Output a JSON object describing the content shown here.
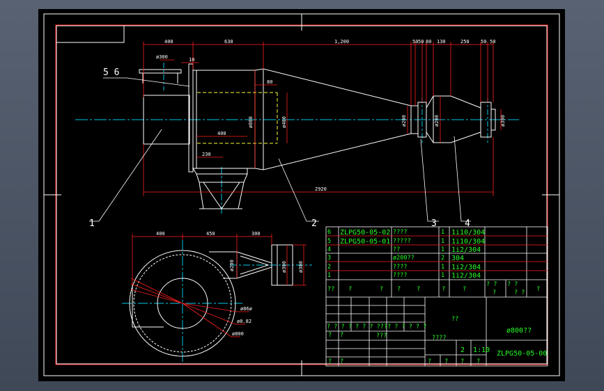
{
  "colors": {
    "background": "#4c5566",
    "sheet": "#000000",
    "frame": "#ffffff",
    "border": "#ff2020",
    "outline": "#ffffff",
    "hidden": "#ffff33",
    "centerline": "#00c8e6",
    "dimension": "#ff2020",
    "title_text": "#28ff28"
  },
  "top_view": {
    "dims": {
      "d400": "400",
      "d630": "630",
      "d1200": "1,200",
      "d50a": "50",
      "d50b": "50",
      "d80a": "80",
      "d130": "130",
      "d250": "250",
      "d50c": "50",
      "d50d": "50",
      "d10": "10",
      "d80b": "80",
      "d400b": "400",
      "d230": "230",
      "d2920": "2920",
      "phi300": "ø300",
      "phi800": "ø800",
      "phi400": "ø400",
      "phi200": "ø200",
      "phi200b": "ø200",
      "phi300b": "ø300"
    },
    "balloons": {
      "b56": "5 6",
      "b1": "1",
      "b2": "2",
      "b3": "3",
      "b4": "4"
    }
  },
  "side_view": {
    "dims": {
      "d400": "400",
      "d450": "450",
      "d300": "300",
      "phi200": "ø200",
      "phi300": "ø300",
      "phi300b": "ø300",
      "phi86": "ø86ø",
      "phi82": "ø8.82",
      "phi800": "ø800"
    }
  },
  "bom": {
    "rows": [
      {
        "no": "6",
        "code": "ZLPG50-05-02",
        "name": "????",
        "qty": "1",
        "material": "1i10/304"
      },
      {
        "no": "5",
        "code": "ZLPG50-05-01",
        "name": "?????",
        "qty": "1",
        "material": "1i10/304"
      },
      {
        "no": "4",
        "code": "",
        "name": "??",
        "qty": "1",
        "material": "1i2/304"
      },
      {
        "no": "3",
        "code": "",
        "name": "ø200??",
        "qty": "2",
        "material": "304"
      },
      {
        "no": "2",
        "code": "",
        "name": "????",
        "qty": "1",
        "material": "1i2/304"
      },
      {
        "no": "1",
        "code": "",
        "name": "????",
        "qty": "1",
        "material": "1i2/304"
      }
    ],
    "header": {
      "no": "??",
      "code": "?",
      "name": "?",
      "qty": "?",
      "material": "?",
      "unit": "?",
      "weight": "?",
      "total": "?",
      "note": "?",
      "extra_a": "? ?",
      "extra_b": "? ?",
      "extra_c": "? ?"
    }
  },
  "title_block": {
    "row_labels": "? ?   ?   ?   ? ?   ?   ????   ? ?   ? ? ?",
    "sign1": "?",
    "sign2": "?",
    "sign3": "???",
    "sign4": "?",
    "sign5": "?",
    "company": "??",
    "scale_label": "????",
    "qty_label": "2",
    "scale_value": "1:10",
    "q1": "?",
    "q2": "?",
    "q3": "?",
    "q4": "?",
    "product_name": "ø800??",
    "drawing_no": "ZLPG50-05-00"
  }
}
